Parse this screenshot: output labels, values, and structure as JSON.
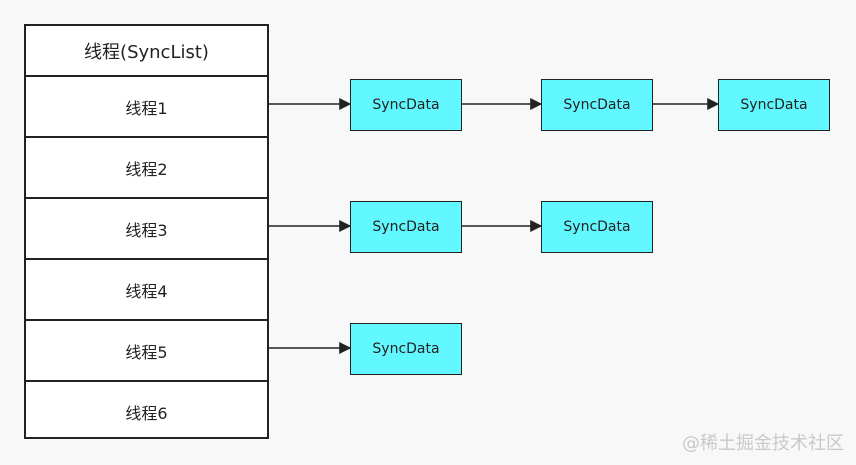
{
  "table": {
    "header": "线程(SyncList)",
    "rows": [
      "线程1",
      "线程2",
      "线程3",
      "线程4",
      "线程5",
      "线程6"
    ]
  },
  "nodes": [
    {
      "id": "n1",
      "label": "SyncData"
    },
    {
      "id": "n2",
      "label": "SyncData"
    },
    {
      "id": "n3",
      "label": "SyncData"
    },
    {
      "id": "n4",
      "label": "SyncData"
    },
    {
      "id": "n5",
      "label": "SyncData"
    },
    {
      "id": "n6",
      "label": "SyncData"
    }
  ],
  "watermark": "@稀土掘金技术社区",
  "colors": {
    "node_fill": "#62f8ff",
    "stroke": "#222222",
    "background": "#f8f8f8"
  }
}
